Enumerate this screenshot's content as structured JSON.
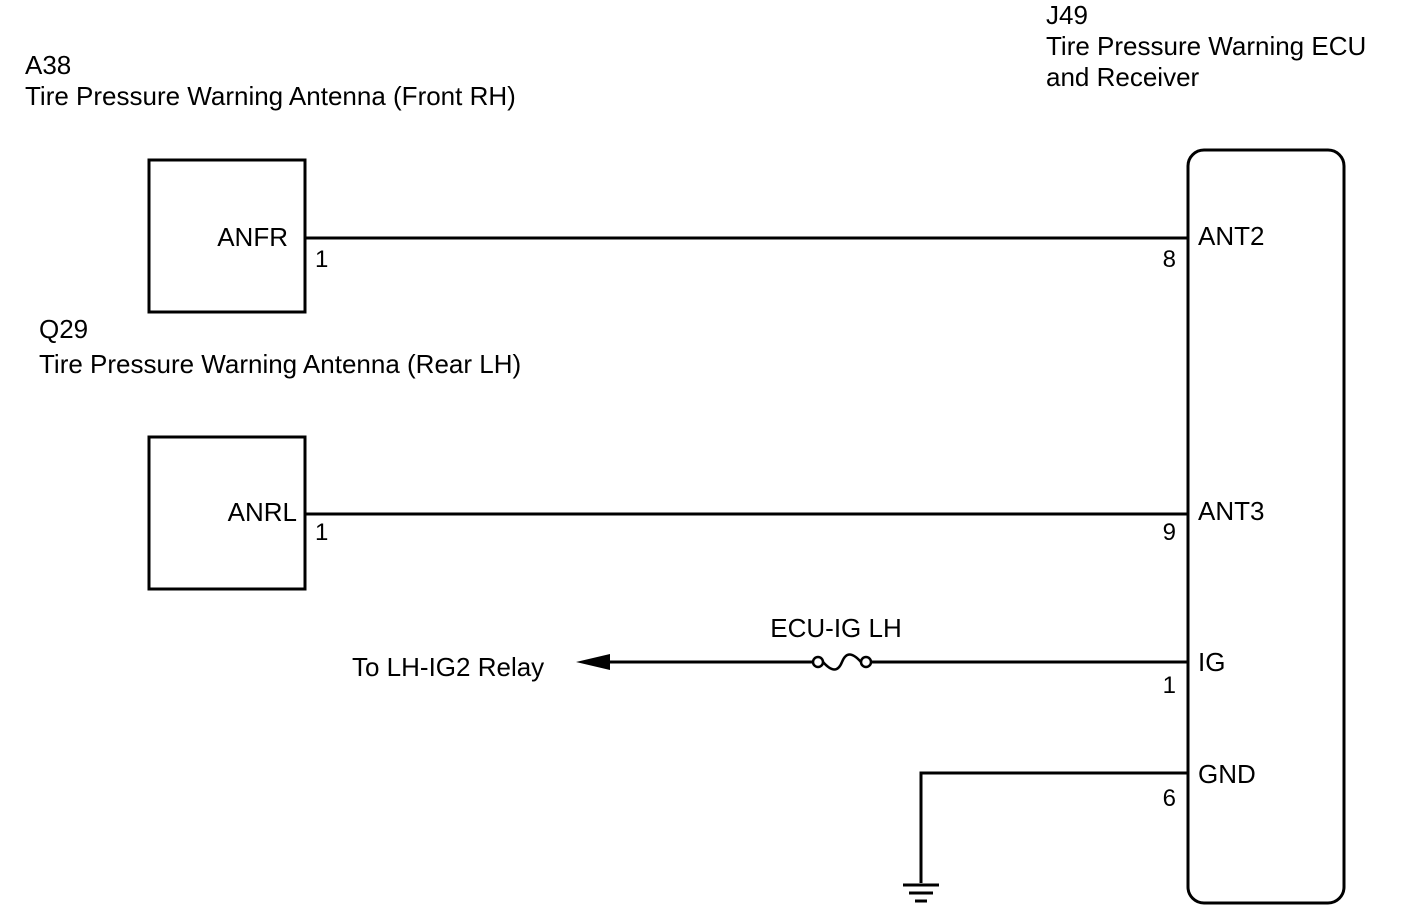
{
  "components": {
    "a38": {
      "code": "A38",
      "name": "Tire Pressure Warning Antenna (Front RH)",
      "terminal": "ANFR",
      "pin": "1"
    },
    "q29": {
      "code": "Q29",
      "name": "Tire Pressure Warning Antenna (Rear LH)",
      "terminal": "ANRL",
      "pin": "1"
    },
    "j49": {
      "code": "J49",
      "name_line1": "Tire Pressure Warning ECU",
      "name_line2": "and Receiver",
      "terminals": [
        {
          "name": "ANT2",
          "pin": "8"
        },
        {
          "name": "ANT3",
          "pin": "9"
        },
        {
          "name": "IG",
          "pin": "1"
        },
        {
          "name": "GND",
          "pin": "6"
        }
      ]
    }
  },
  "fuse": {
    "label": "ECU-IG LH"
  },
  "relay_label": "To LH-IG2 Relay"
}
